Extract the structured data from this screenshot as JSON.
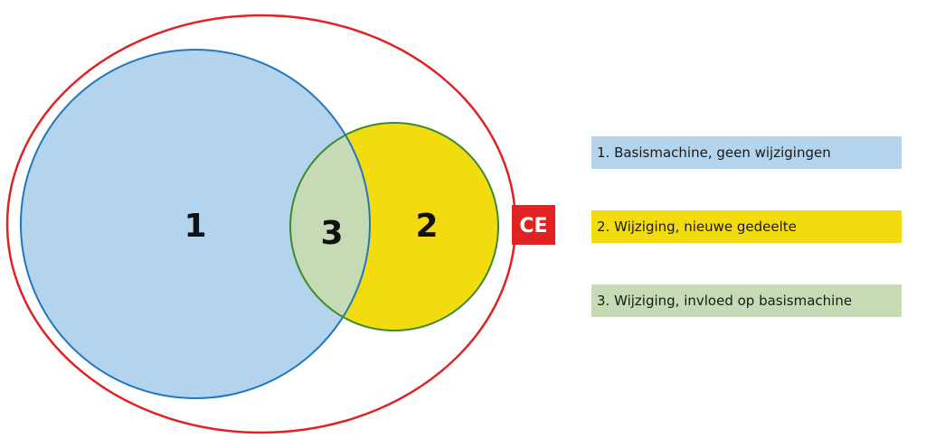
{
  "diagram": {
    "regions": [
      {
        "id": "1",
        "label": "1"
      },
      {
        "id": "2",
        "label": "2"
      },
      {
        "id": "3",
        "label": "3"
      }
    ],
    "ce_mark": "CE",
    "colors": {
      "outer_border": "#e02222",
      "basis_fill": "#b3d4ec",
      "basis_stroke": "#1f77c2",
      "change_fill": "#f2dc10",
      "overlap_fill": "#c5dab5",
      "change_stroke": "#3a8a2e"
    }
  },
  "legend": [
    {
      "text": "1. Basismachine, geen wijzigingen",
      "color": "#b3d4ec"
    },
    {
      "text": "2. Wijziging, nieuwe gedeelte",
      "color": "#f2dc10"
    },
    {
      "text": "3. Wijziging, invloed op basismachine",
      "color": "#c5dab5"
    }
  ]
}
